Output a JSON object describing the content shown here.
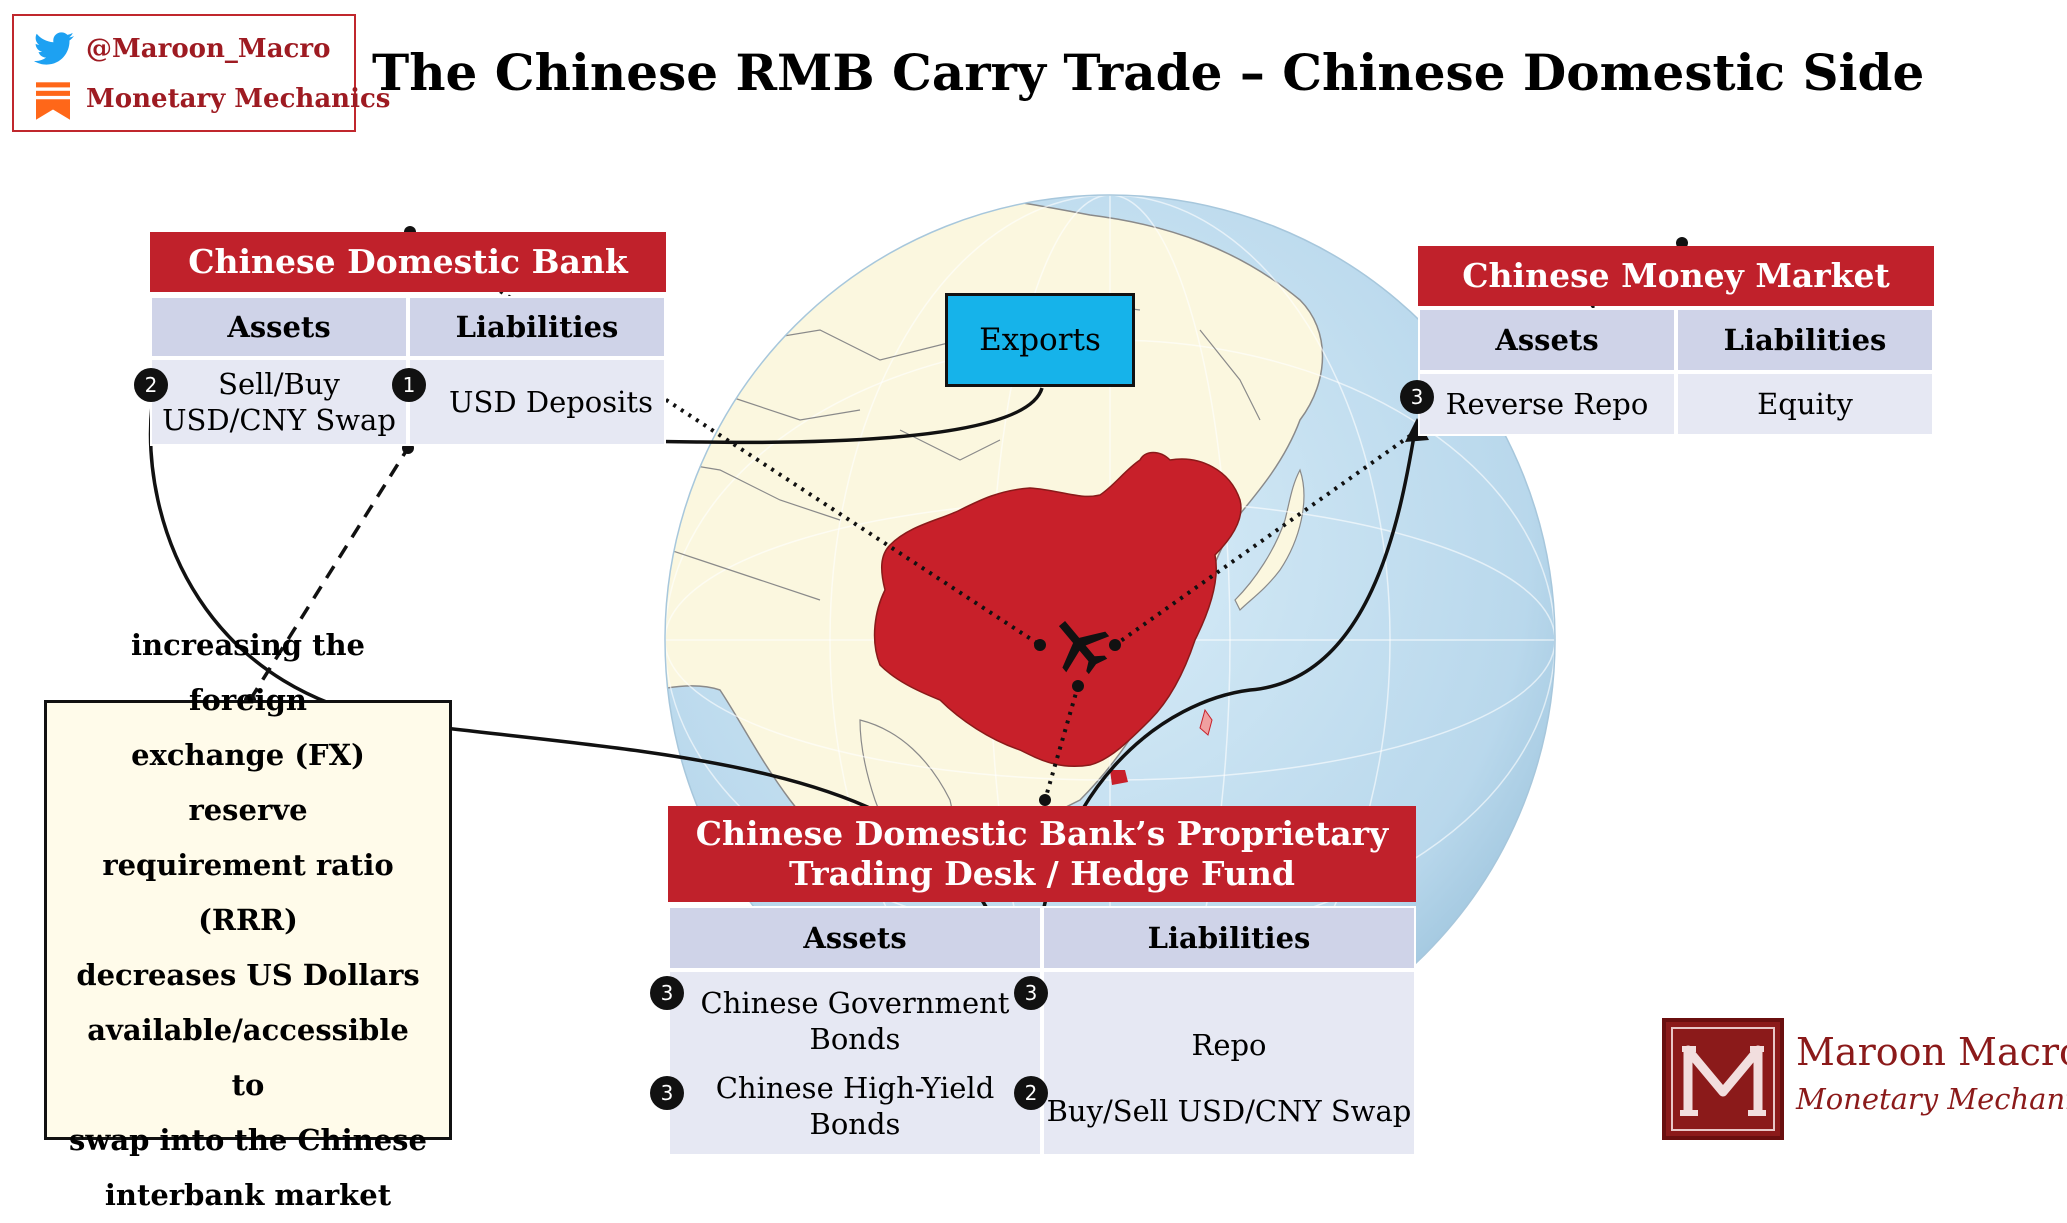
{
  "brand": {
    "handle": "@Maroon_Macro",
    "newsletter": "Monetary Mechanics",
    "twitter_color": "#1da1f2",
    "substack_color": "#ff6719"
  },
  "title": "The Chinese RMB Carry Trade – Chinese Domestic Side",
  "bank": {
    "title": "Chinese Domestic Bank",
    "assets_header": "Assets",
    "liabilities_header": "Liabilities",
    "asset_line1": "Sell/Buy",
    "asset_line2": "USD/CNY Swap",
    "asset_step": "2",
    "liability": "USD Deposits",
    "liability_step": "1"
  },
  "mmf": {
    "title": "Chinese Money Market Fund",
    "assets_header": "Assets",
    "liabilities_header": "Liabilities",
    "asset": "Reverse Repo",
    "asset_step": "3",
    "liability": "Equity"
  },
  "prop": {
    "title_line1": "Chinese Domestic Bank’s Proprietary",
    "title_line2": "Trading Desk / Hedge Fund",
    "assets_header": "Assets",
    "liabilities_header": "Liabilities",
    "asset1_line1": "Chinese Government",
    "asset1_line2": "Bonds",
    "asset1_step": "3",
    "asset2_line1": "Chinese High-Yield",
    "asset2_line2": "Bonds",
    "asset2_step": "3",
    "liability1": "Repo",
    "liability1_step": "3",
    "liability2": "Buy/Sell USD/CNY Swap",
    "liability2_step": "2"
  },
  "exports_label": "Exports",
  "note": {
    "line1": "increasing the foreign",
    "line2": "exchange (FX) reserve",
    "line3": "requirement ratio (RRR)",
    "line4": "decreases US Dollars",
    "line5": "available/accessible to",
    "line6": "swap into the Chinese",
    "line7": "interbank market"
  },
  "logo": {
    "name": "Maroon Macro",
    "tagline": "Monetary Mechanics"
  },
  "colors": {
    "header_red": "#c0212b",
    "china_red": "#c8202a",
    "ocean": "#c9e3f2",
    "land": "#fbf7df",
    "column_header": "#cfd3e8",
    "cell": "#e6e8f3",
    "exports_blue": "#16b3ea",
    "note_bg": "#fffbea",
    "logo_maroon": "#8b1a1a"
  }
}
